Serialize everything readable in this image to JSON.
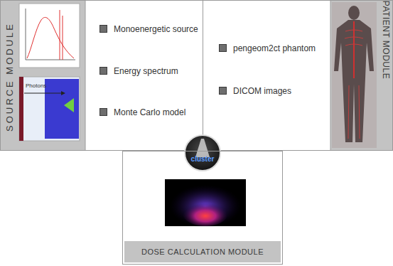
{
  "diagram": {
    "nodes": [
      {
        "text": [
          "SOURCE MODULE"
        ]
      },
      {
        "text": [
          "PATIENT MODULE"
        ]
      },
      {
        "text": [
          "cluster"
        ]
      },
      {
        "text": [
          "DOSE CALCULATION MODULE"
        ]
      }
    ],
    "labels": [
      "Monoenergetic source",
      "Energy spectrum",
      "Monte Carlo model",
      "pengeom2ct phantom",
      "DICOM images",
      "Photons"
    ]
  }
}
